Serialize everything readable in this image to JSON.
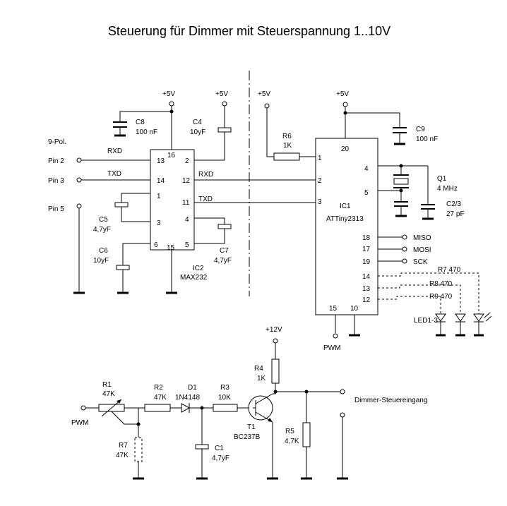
{
  "title": "Steuerung für Dimmer mit Steuerspannung 1..10V",
  "connector": {
    "label": "9-Pol.",
    "pin2": "Pin 2",
    "pin3": "Pin 3",
    "pin5": "Pin 5"
  },
  "signals": {
    "rxd": "RXD",
    "txd": "TXD",
    "miso": "MISO",
    "mosi": "MOSI",
    "sck": "SCK",
    "pwm": "PWM",
    "dimmer_input": "Dimmer-Steuereingang"
  },
  "supplies": {
    "v5": "+5V",
    "v12": "+12V"
  },
  "ic2": {
    "name": "IC2",
    "part": "MAX232",
    "pins": {
      "p1": "1",
      "p2": "2",
      "p3": "3",
      "p4": "4",
      "p5": "5",
      "p6": "6",
      "p11": "11",
      "p12": "12",
      "p13": "13",
      "p14": "14",
      "p15": "15",
      "p16": "16"
    }
  },
  "ic1": {
    "name": "IC1",
    "part": "ATTiny2313",
    "pins": {
      "p1": "1",
      "p2": "2",
      "p3": "3",
      "p4": "4",
      "p5": "5",
      "p10": "10",
      "p12": "12",
      "p13": "13",
      "p14": "14",
      "p15": "15",
      "p17": "17",
      "p18": "18",
      "p19": "19",
      "p20": "20"
    }
  },
  "components": {
    "c8": {
      "name": "C8",
      "value": "100 nF"
    },
    "c4": {
      "name": "C4",
      "value": "10yF"
    },
    "c5": {
      "name": "C5",
      "value": "4,7yF"
    },
    "c6": {
      "name": "C6",
      "value": "10yF"
    },
    "c7": {
      "name": "C7",
      "value": "4,7yF"
    },
    "c9": {
      "name": "C9",
      "value": "100 nF"
    },
    "r6": {
      "name": "R6",
      "value": "1K"
    },
    "q1": {
      "name": "Q1",
      "value": "4 MHz"
    },
    "c23": {
      "name": "C2/3",
      "value": "27 pF"
    },
    "r7led": "R7 470",
    "r8led": "R8 470",
    "r9led": "R9 470",
    "led": "LED1-3",
    "r1": {
      "name": "R1",
      "value": "47K"
    },
    "r2": {
      "name": "R2",
      "value": "47K"
    },
    "d1": {
      "name": "D1",
      "value": "1N4148"
    },
    "r3": {
      "name": "R3",
      "value": "10K"
    },
    "r7": {
      "name": "R7",
      "value": "47K"
    },
    "c1": {
      "name": "C1",
      "value": "4,7yF"
    },
    "r4": {
      "name": "R4",
      "value": "1K"
    },
    "t1": {
      "name": "T1",
      "value": "BC237B"
    },
    "r5": {
      "name": "R5",
      "value": "4,7K"
    }
  }
}
